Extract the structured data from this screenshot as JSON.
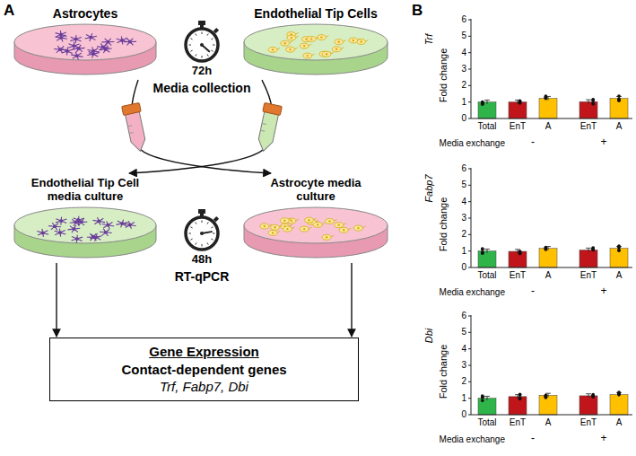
{
  "diagram": {
    "nodes": [
      {
        "text": [
          "Astrocytes"
        ]
      },
      {
        "text": [
          "Endothelial Tip Cells"
        ]
      },
      {
        "text": [
          "Endothelial Tip Cell media culture"
        ]
      },
      {
        "text": [
          "Astrocyte media culture"
        ]
      },
      {
        "text": [
          "Gene Expression",
          "Contact-dependent genes",
          "Trf, Fabp7, Dbi"
        ]
      }
    ],
    "edges": [
      {
        "from": 0,
        "to": 3,
        "arrow": "to"
      },
      {
        "from": 1,
        "to": 2,
        "arrow": "to"
      },
      {
        "from": 2,
        "to": 4,
        "arrow": "to"
      },
      {
        "from": 3,
        "to": 4,
        "arrow": "to"
      }
    ],
    "labels": [
      "A",
      "72h",
      "Media collection",
      "48h",
      "RT-qPCR",
      "B",
      "Trf",
      "Fold change",
      "0",
      "1",
      "2",
      "3",
      "4",
      "5",
      "6",
      "Total",
      "EnT",
      "A",
      "EnT",
      "A",
      "Media exchange",
      "-",
      "+",
      "Fabp7",
      "Fold change",
      "0",
      "1",
      "2",
      "3",
      "4",
      "5",
      "6",
      "Total",
      "EnT",
      "A",
      "EnT",
      "A",
      "Media exchange",
      "-",
      "+",
      "Dbi",
      "Fold change",
      "0",
      "1",
      "2",
      "3",
      "4",
      "5",
      "6",
      "Total",
      "EnT",
      "A",
      "EnT",
      "A",
      "Media exchange",
      "-",
      "+"
    ]
  }
}
